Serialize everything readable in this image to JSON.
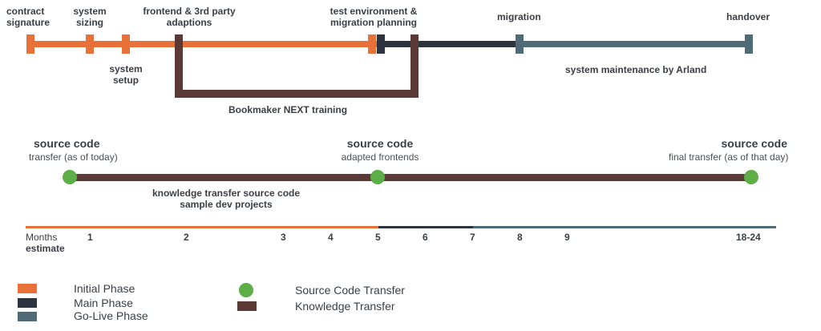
{
  "colors": {
    "initial": "#e8713a",
    "main": "#2d3440",
    "golive": "#4f6b78",
    "knowledge": "#5b3a36",
    "source": "#5cae46",
    "text": "#3a3f45"
  },
  "timeline_top": {
    "contract_signature": [
      "contract",
      "signature"
    ],
    "system_sizing": [
      "system",
      "sizing"
    ],
    "system_setup": [
      "system",
      "setup"
    ],
    "frontend_adaptions": [
      "frontend & 3rd party",
      "adaptions"
    ],
    "test_env": [
      "test environment &",
      "migration planning"
    ],
    "migration": "migration",
    "handover": "handover",
    "maintenance": "system maintenance by Arland",
    "bookmaker_training": "Bookmaker NEXT training"
  },
  "source_code": {
    "milestones": [
      {
        "title": "source code",
        "sub": "transfer (as of today)"
      },
      {
        "title": "source code",
        "sub": "adapted frontends"
      },
      {
        "title": "source code",
        "sub": "final transfer (as of that day)"
      }
    ],
    "knowledge_lines": [
      "knowledge transfer source code",
      "sample dev projects"
    ]
  },
  "months_axis": {
    "label": "Months",
    "estimate": "estimate",
    "ticks": [
      "1",
      "2",
      "3",
      "4",
      "5",
      "6",
      "7",
      "8",
      "9",
      "18-24"
    ]
  },
  "legend": {
    "initial": "Initial Phase",
    "main": "Main Phase",
    "golive": "Go-Live Phase",
    "source": "Source Code Transfer",
    "knowledge": "Knowledge Transfer"
  }
}
